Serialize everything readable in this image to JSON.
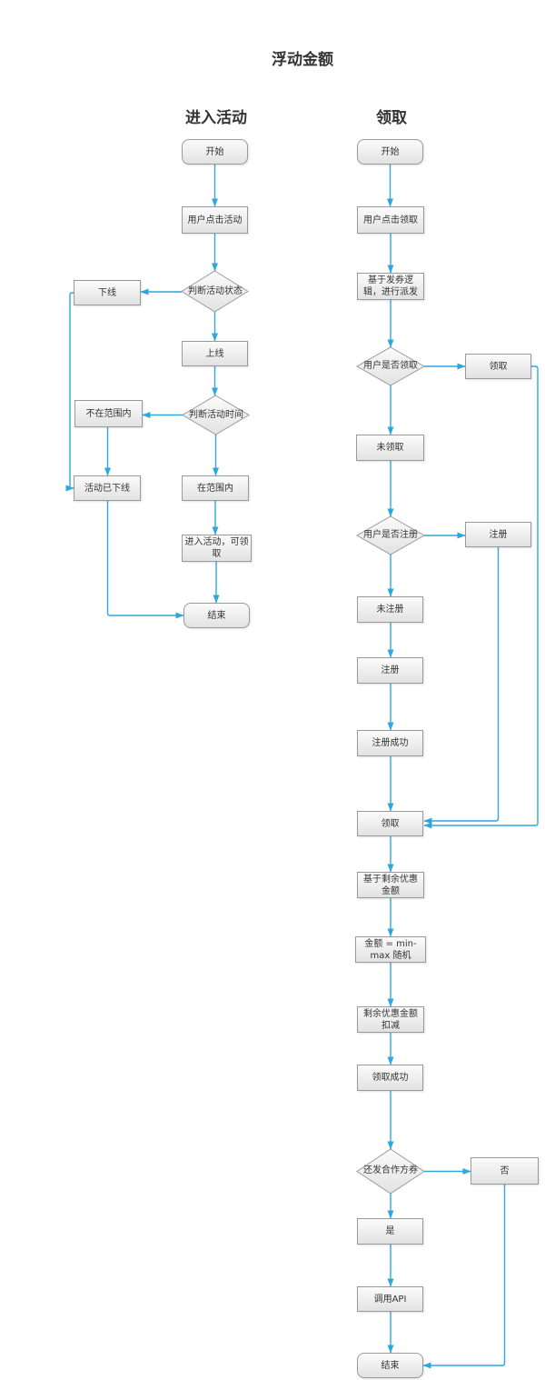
{
  "title": "浮动金额",
  "columns": {
    "left": {
      "header": "进入活动"
    },
    "right": {
      "header": "领取"
    }
  },
  "colors": {
    "arrow": "#2da7dd",
    "node_border": "#9a9a9a",
    "node_fill_top": "#fbfbfb",
    "node_fill_bottom": "#e2e2e2",
    "text": "#333333",
    "background": "#ffffff"
  },
  "nodes": {
    "l_start": "开始",
    "l_click": "用户点击活动",
    "l_dec_status": "判断活动状态",
    "l_offline": "下线",
    "l_online": "上线",
    "l_dec_time": "判断活动时间",
    "l_out_range": "不在范围内",
    "l_activity_offline": "活动已下线",
    "l_in_range": "在范围内",
    "l_enter": "进入活动，可领取",
    "l_end": "结束",
    "r_start": "开始",
    "r_click": "用户点击领取",
    "r_dispatch": "基于发券逻辑，进行派发",
    "r_dec_claimed": "用户是否领取",
    "r_claimed": "领取",
    "r_not_claimed": "未领取",
    "r_dec_registered": "用户是否注册",
    "r_registered": "注册",
    "r_not_registered": "未注册",
    "r_register": "注册",
    "r_register_ok": "注册成功",
    "r_claim": "领取",
    "r_base_amount": "基于剩余优惠金额",
    "r_random_amount": "金额 = min-max 随机",
    "r_deduct": "剩余优惠金额扣减",
    "r_claim_ok": "领取成功",
    "r_dec_partner": "还发合作方券",
    "r_no": "否",
    "r_yes": "是",
    "r_call_api": "调用API",
    "r_end": "结束"
  }
}
